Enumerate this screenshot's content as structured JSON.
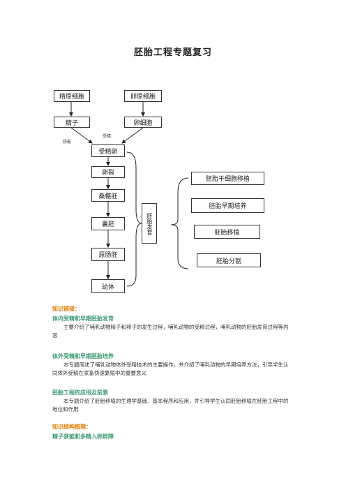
{
  "title": "胚胎工程专题复习",
  "diagram": {
    "sperm_cell": "精原细胞",
    "egg_cell": "卵原细胞",
    "sperm": "精子",
    "oocyte": "卵细胞",
    "label_capacitation": "获能",
    "label_fertilization": "受精",
    "stages": [
      "受精卵",
      "卵裂",
      "桑椹胚",
      "囊胚",
      "原肠胚",
      "幼体"
    ],
    "center_label": "胚胎发育",
    "right_items": [
      "胚胎干细胞移植",
      "胚胎早期培养",
      "胚胎移植",
      "胚胎分割"
    ]
  },
  "sections": {
    "link_heading": "知识链接：",
    "s1_title": "体内受精和早期胚胎发育",
    "s1_text": "主要介绍了哺乳动物精子和卵子的发生过程，哺乳动物的受精过程，哺乳动物的胚胎发育过程等内容",
    "s2_title": "体外受精和早期胚胎培养",
    "s2_text": "本专题简述了哺乳动物体外受精技术的主要操作，并介绍了哺乳动物的早期培养方法，引导学生认同体外受精在家畜快速繁殖中的重要意义",
    "s3_title": "胚胎工程的应用及前景",
    "s3_text": "本专题介绍了胚胎移植的生理学基础、基本程序和应用，并引导学生认同胚胎移植在胚胎工程中的地位和作用",
    "structure_heading": "知识结构梳理：",
    "s4_title": "精子获能和多精入卵屏障"
  }
}
